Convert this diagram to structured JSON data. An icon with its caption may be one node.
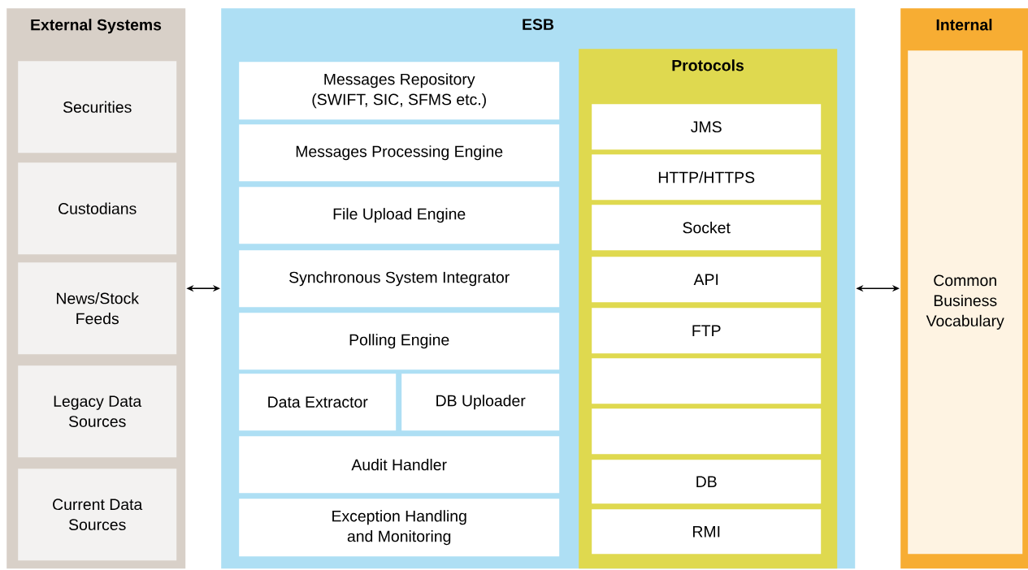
{
  "diagram": {
    "nodes": [
      {
        "text": [
          "External Systems"
        ]
      },
      {
        "text": [
          "Securities"
        ],
        "in": 0
      },
      {
        "text": [
          "Custodians"
        ],
        "in": 0
      },
      {
        "text": [
          "News/Stock Feeds"
        ],
        "in": 0
      },
      {
        "text": [
          "Legacy Data Sources"
        ],
        "in": 0
      },
      {
        "text": [
          "Current Data Sources"
        ],
        "in": 0
      },
      {
        "text": [
          "ESB"
        ]
      },
      {
        "text": [
          "Messages Repository (SWIFT, SIC, SFMS etc.)"
        ],
        "in": 6
      },
      {
        "text": [
          "Messages Processing Engine"
        ],
        "in": 6
      },
      {
        "text": [
          "File Upload Engine"
        ],
        "in": 6
      },
      {
        "text": [
          "Synchronous System Integrator"
        ],
        "in": 6
      },
      {
        "text": [
          "Polling Engine"
        ],
        "in": 6
      },
      {
        "text": [
          "Data Extractor"
        ],
        "in": 6
      },
      {
        "text": [
          "DB Uploader"
        ],
        "in": 6
      },
      {
        "text": [
          "Audit Handler"
        ],
        "in": 6
      },
      {
        "text": [
          "Exception Handling and Monitoring"
        ],
        "in": 6
      },
      {
        "text": [
          "Protocols"
        ],
        "in": 6
      },
      {
        "text": [
          "JMS"
        ],
        "in": 16
      },
      {
        "text": [
          "HTTP/HTTPS"
        ],
        "in": 16
      },
      {
        "text": [
          "Socket"
        ],
        "in": 16
      },
      {
        "text": [
          "API"
        ],
        "in": 16
      },
      {
        "text": [
          "FTP"
        ],
        "in": 16
      },
      {
        "text": [],
        "shape": "box",
        "in": 16
      },
      {
        "text": [],
        "shape": "box",
        "in": 16
      },
      {
        "text": [
          "DB"
        ],
        "in": 16
      },
      {
        "text": [
          "RMI"
        ],
        "in": 16
      },
      {
        "text": [
          "Internal"
        ]
      },
      {
        "text": [
          "Common Business Vocabulary"
        ],
        "in": 26
      }
    ],
    "edges": [
      {
        "from": 0,
        "to": 6,
        "arrow": "both"
      },
      {
        "from": 6,
        "to": 26,
        "arrow": "both"
      }
    ]
  }
}
